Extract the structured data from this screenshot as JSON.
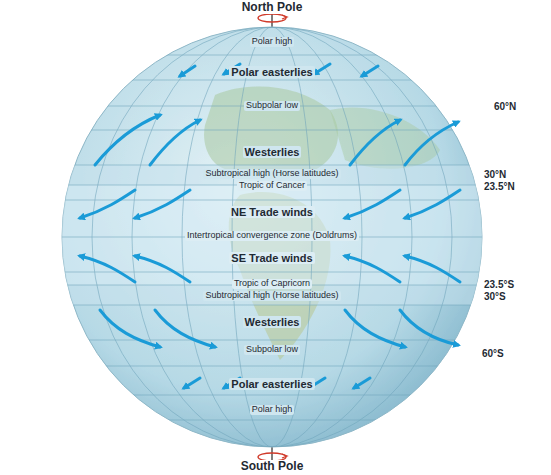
{
  "diagram": {
    "labels": [
      "North Pole",
      "Polar high",
      "Polar easterlies",
      "60°N",
      "Subpolar low",
      "Westerlies",
      "Subtropical high (Horse latitudes)",
      "30°N",
      "Tropic of Cancer",
      "23.5°N",
      "NE Trade winds",
      "Intertropical convergence zone (Doldrums)",
      "SE Trade winds",
      "Tropic of Capricorn",
      "23.5°S",
      "Subtropical high (Horse latitudes)",
      "30°S",
      "Westerlies",
      "Subpolar low",
      "60°S",
      "Polar easterlies",
      "Polar high",
      "South Pole"
    ]
  }
}
